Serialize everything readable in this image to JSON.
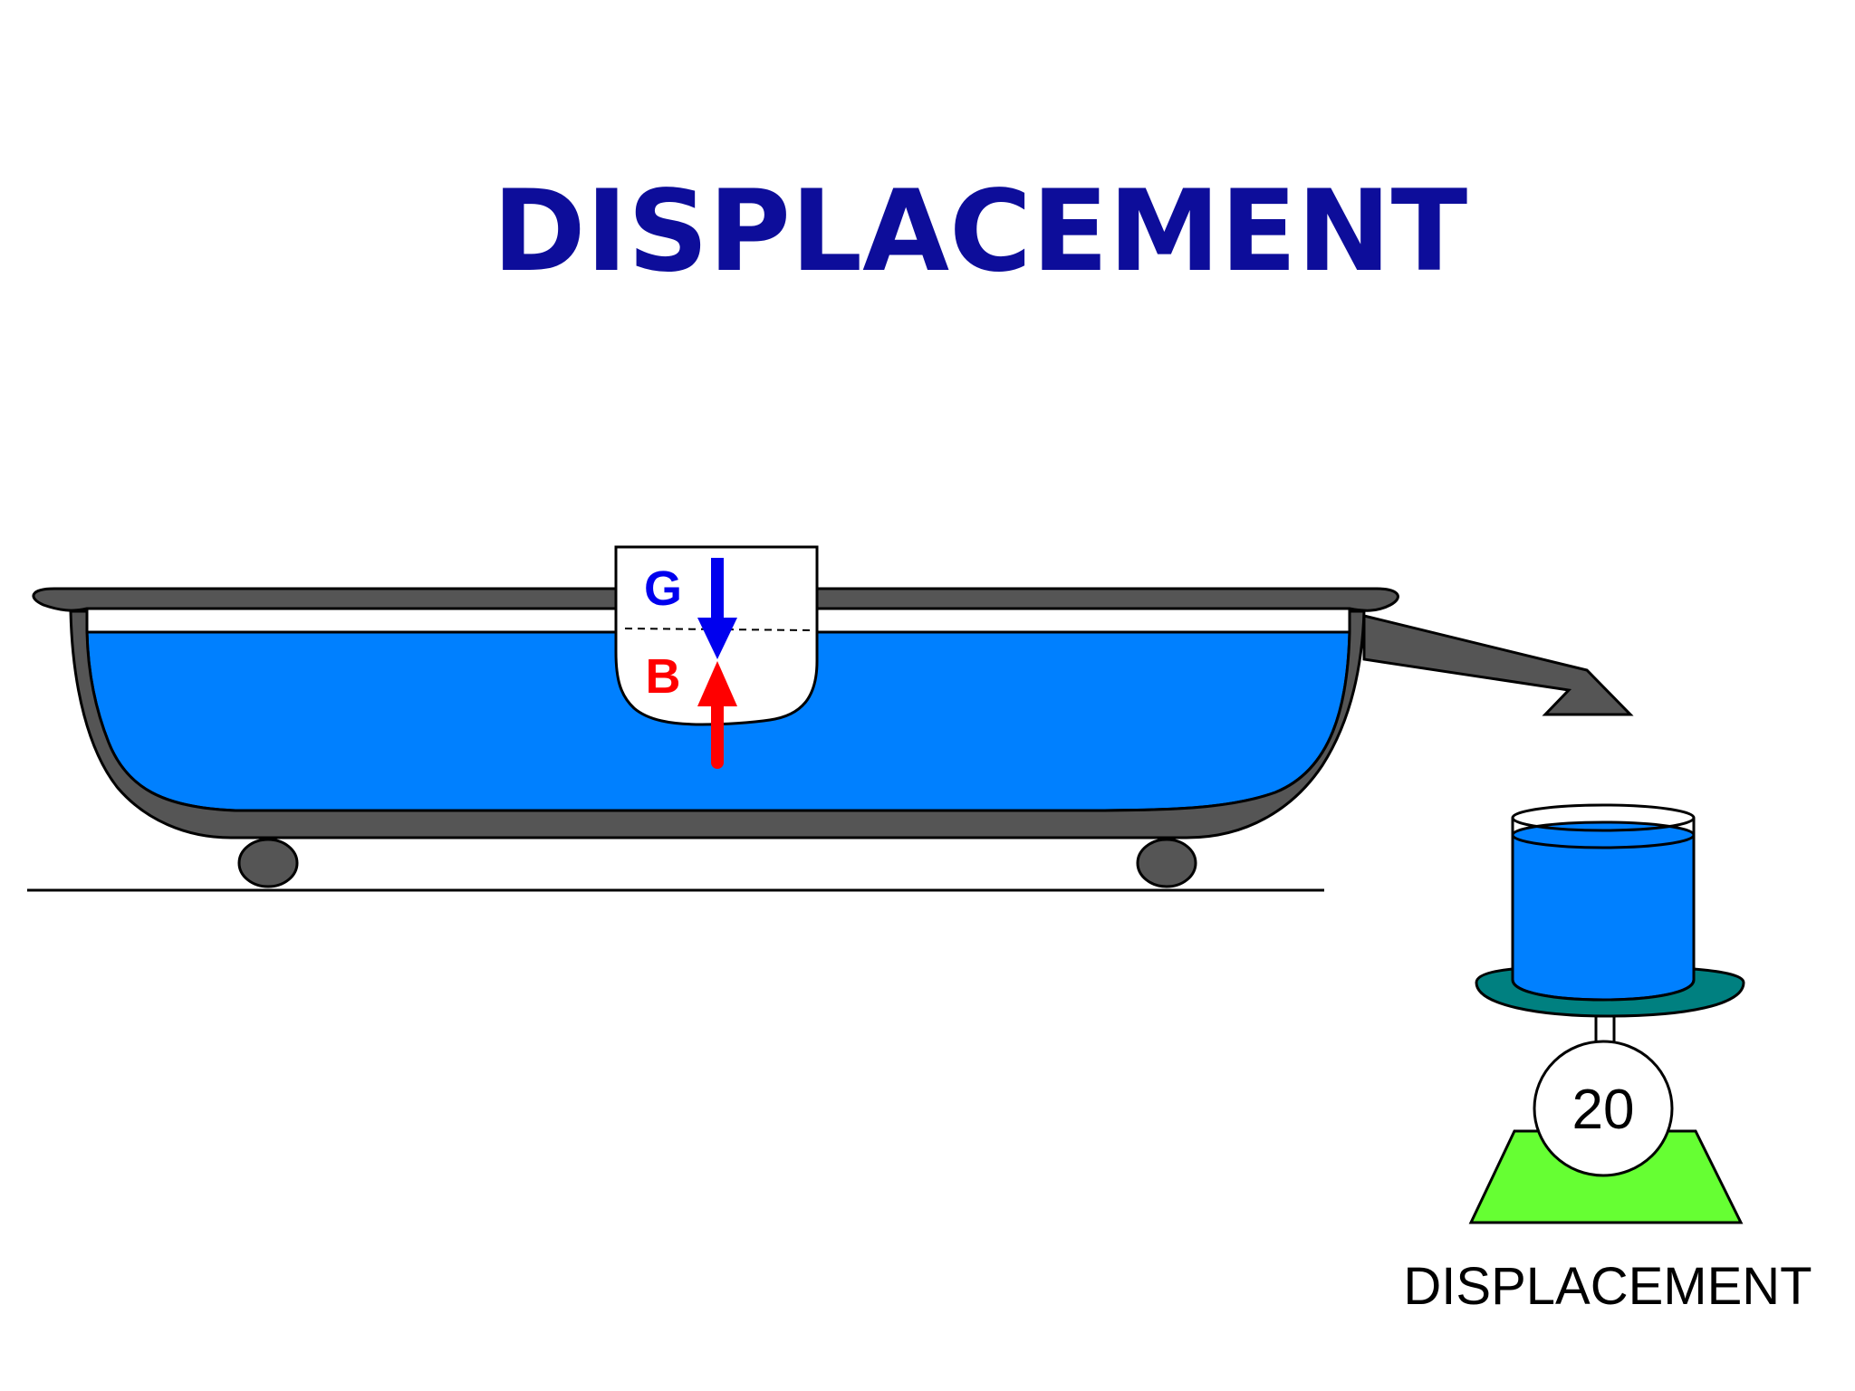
{
  "title": "DISPLACEMENT",
  "hull_labels": {
    "gravity": "G",
    "buoyancy": "B"
  },
  "scale": {
    "reading": "20",
    "caption": "DISPLACEMENT"
  },
  "colors": {
    "title": "#0d0d9a",
    "water": "#0080ff",
    "tub": "#555555",
    "gravity_arrow": "#0000ee",
    "buoyancy_arrow": "#ff0000",
    "scale_pan": "#008080",
    "scale_base": "#66ff33"
  }
}
